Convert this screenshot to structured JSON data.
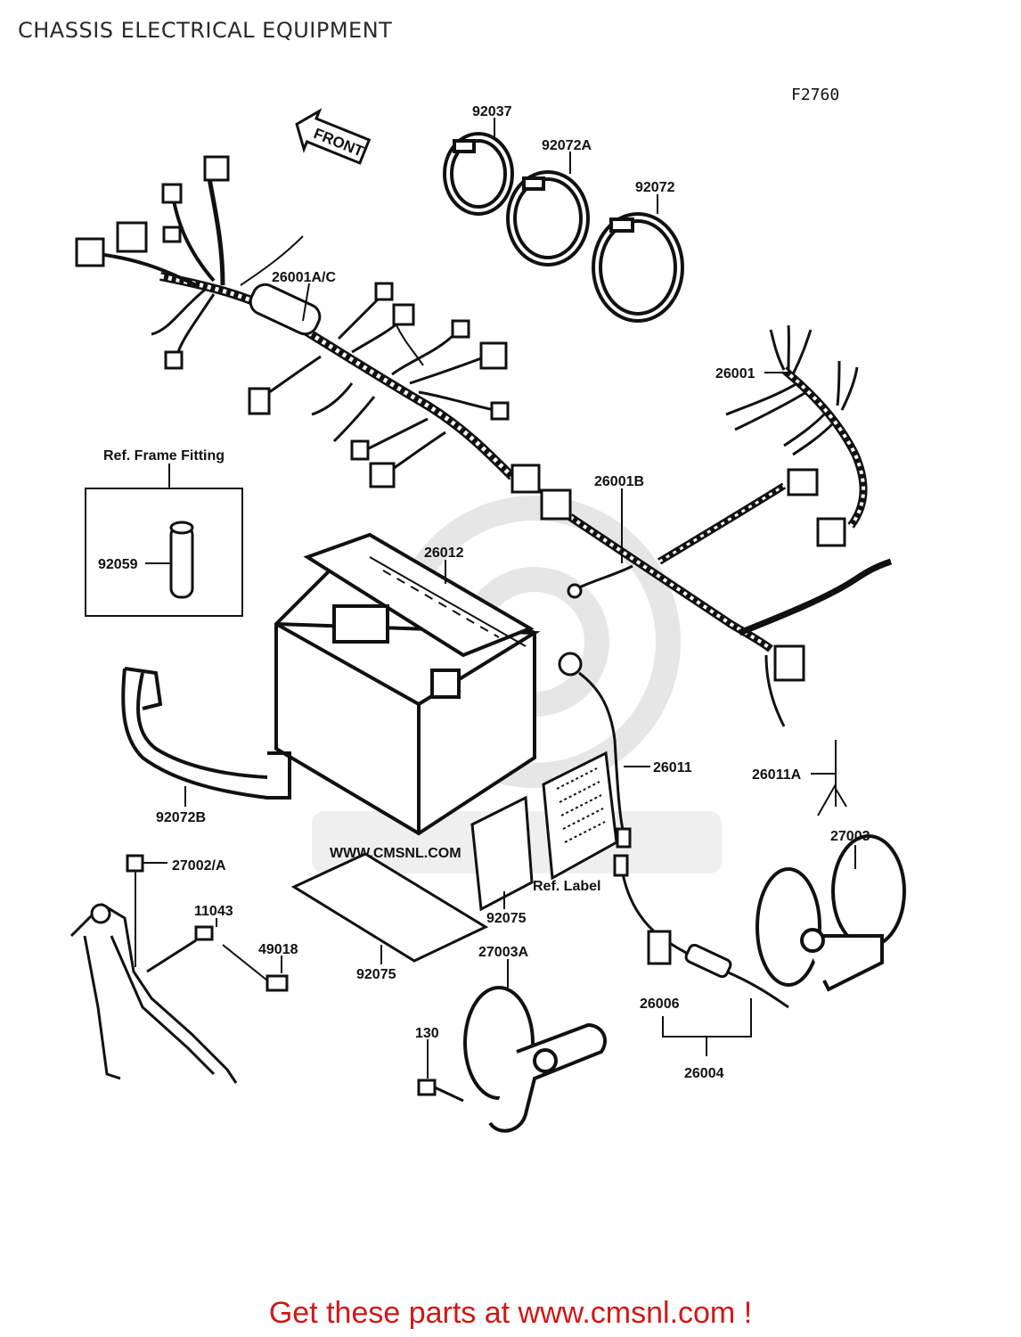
{
  "title": "CHASSIS ELECTRICAL EQUIPMENT",
  "figure_code": "F2760",
  "front_tag": "FRONT",
  "watermark": "WWW.CMSNL.COM",
  "callouts": {
    "c92037": "92037",
    "c92072a": "92072A",
    "c92072": "92072",
    "c26001ac": "26001A/C",
    "c26001": "26001",
    "ref_frame": "Ref. Frame Fitting",
    "c92059": "92059",
    "c26001b": "26001B",
    "c26012": "26012",
    "c26011": "26011",
    "c26011a": "26011A",
    "c92072b": "92072B",
    "c27002a": "27002/A",
    "c27003": "27003",
    "ref_label": "Ref. Label",
    "c92075a": "92075",
    "c11043": "11043",
    "c49018": "49018",
    "c92075b": "92075",
    "c27003a": "27003A",
    "c26006": "26006",
    "c130": "130",
    "c26004": "26004"
  },
  "footer": "Get these parts at www.cmsnl.com !",
  "colors": {
    "ink": "#111111",
    "footer": "#d01818",
    "watermark": "#e4e4e4"
  }
}
